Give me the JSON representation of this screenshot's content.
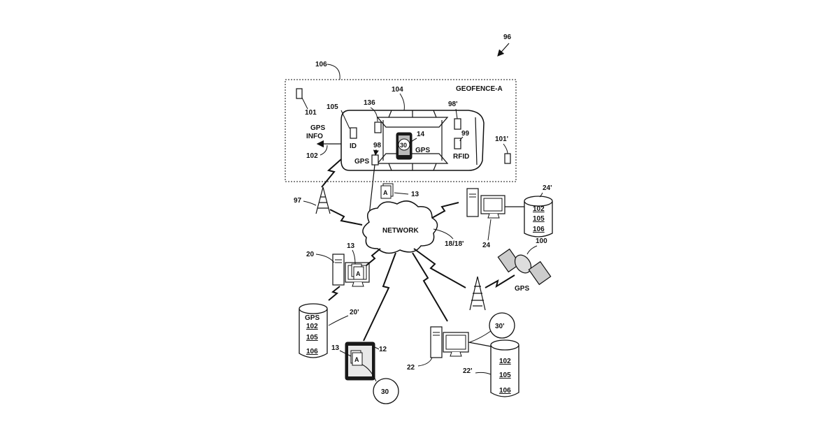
{
  "figure_ref": "96",
  "geofence": {
    "ref": "106",
    "title": "GEOFENCE-A",
    "vehicle_ref": "104",
    "device_refs": {
      "left_outside": "101",
      "right_outside": "101'",
      "id_device": "105",
      "top_device": "136",
      "gps_device": "98",
      "rear_device": "98'",
      "rfid_device": "99",
      "phone": "14",
      "phone_circle": "30"
    },
    "labels": {
      "id": "ID",
      "gps": "GPS",
      "rfid": "RFID",
      "phone_gps": "GPS",
      "gps_info": "GPS\nINFO",
      "gps_info_ref": "102"
    }
  },
  "network": {
    "label": "NETWORK",
    "ref": "18/18'",
    "document_ref": "13",
    "tower_ref": "97"
  },
  "nodes": {
    "pc_left": {
      "ref": "20",
      "doc_ref": "13"
    },
    "db_left": {
      "ref": "20'",
      "title": "GPS",
      "items": [
        "102",
        "105",
        "106"
      ]
    },
    "pc_right": {
      "ref": "24"
    },
    "db_right": {
      "ref": "24'",
      "items": [
        "102",
        "105",
        "106"
      ]
    },
    "satellite": {
      "ref": "100",
      "label": "GPS"
    },
    "tablet": {
      "doc_ref": "13",
      "ref": "12",
      "circle": "30"
    },
    "pc_bottom": {
      "ref": "22",
      "circle": "30'"
    },
    "db_bottom": {
      "ref": "22'",
      "items": [
        "102",
        "105",
        "106"
      ]
    }
  }
}
